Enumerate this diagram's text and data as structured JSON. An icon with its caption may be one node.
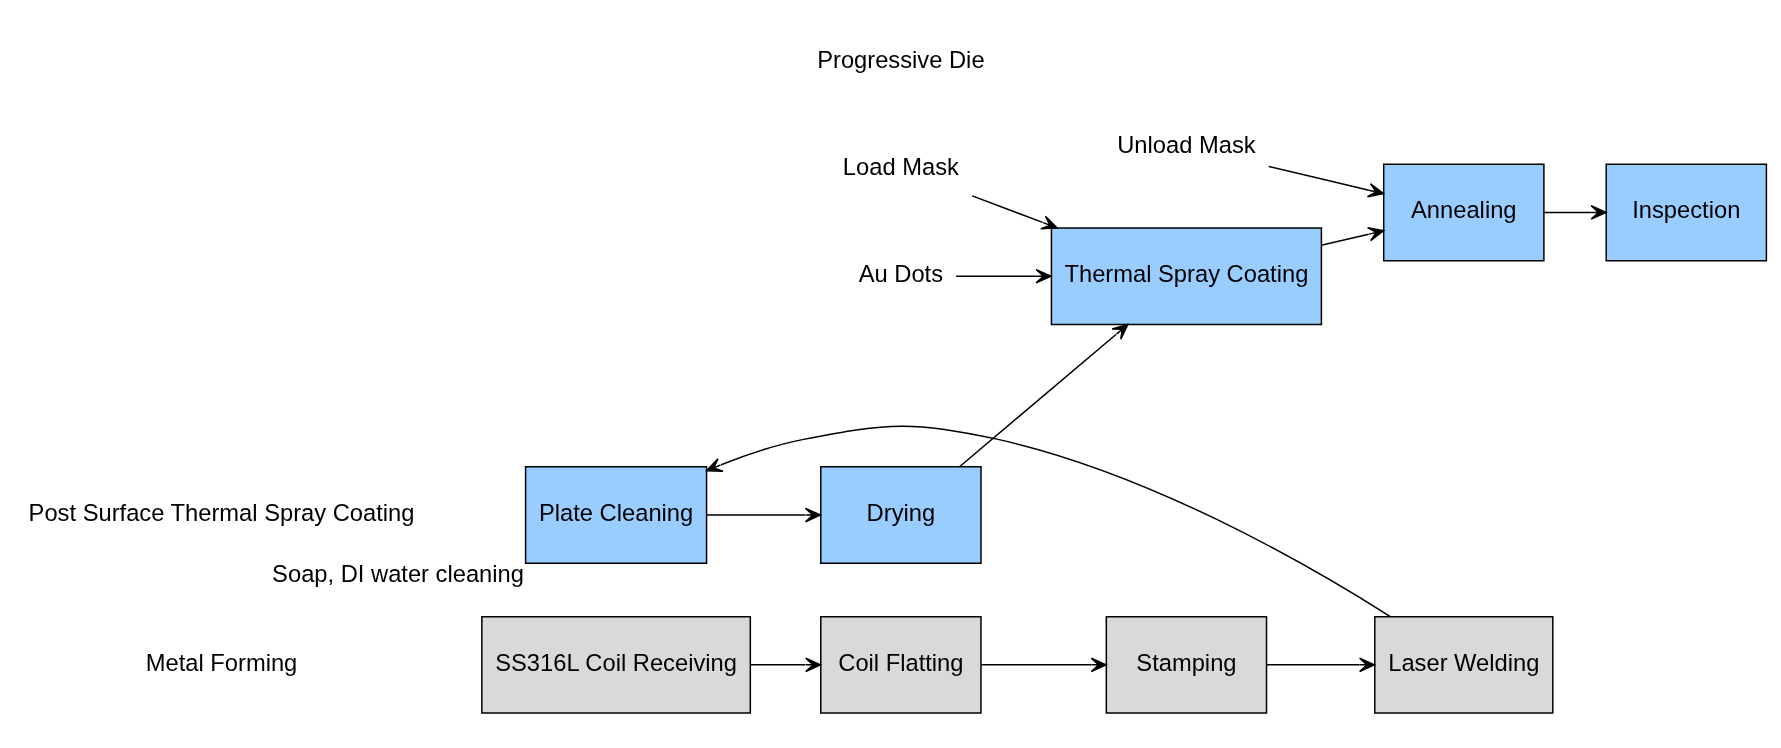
{
  "diagram": {
    "nodes": [
      {
        "text": [
          "SS316L Coil Receiving"
        ]
      },
      {
        "text": [
          "Coil Flatting"
        ]
      },
      {
        "text": [
          "Stamping"
        ]
      },
      {
        "text": [
          "Laser Welding"
        ]
      },
      {
        "text": [
          "Plate Cleaning"
        ],
        "beside": [
          "Soap, DI water cleaning"
        ]
      },
      {
        "text": [
          "Drying"
        ]
      },
      {
        "text": [
          "Thermal Spray Coating"
        ]
      },
      {
        "text": [
          "Annealing"
        ]
      },
      {
        "text": [
          "Inspection"
        ]
      },
      {
        "text": [
          "Load Mask"
        ]
      },
      {
        "text": [
          "Unload Mask"
        ]
      },
      {
        "text": [
          "Au Dots"
        ]
      }
    ],
    "edges": [
      {
        "from": 0,
        "to": 1,
        "arrow": "to"
      },
      {
        "from": 1,
        "to": 2,
        "arrow": "to"
      },
      {
        "from": 2,
        "to": 3,
        "arrow": "to"
      },
      {
        "from": 3,
        "to": 4,
        "arrow": "to"
      },
      {
        "from": 4,
        "to": 5,
        "arrow": "to"
      },
      {
        "from": 5,
        "to": 6,
        "arrow": "to"
      },
      {
        "from": 6,
        "to": 7,
        "arrow": "to"
      },
      {
        "from": 7,
        "to": 8,
        "arrow": "to"
      },
      {
        "from": 9,
        "to": 6,
        "arrow": "to"
      },
      {
        "from": 10,
        "to": 7,
        "arrow": "to"
      },
      {
        "from": 11,
        "to": 6,
        "arrow": "to"
      }
    ],
    "labels": [
      "Metal Forming",
      "Progressive Die",
      "Post Surface Thermal Spray Coating"
    ]
  }
}
